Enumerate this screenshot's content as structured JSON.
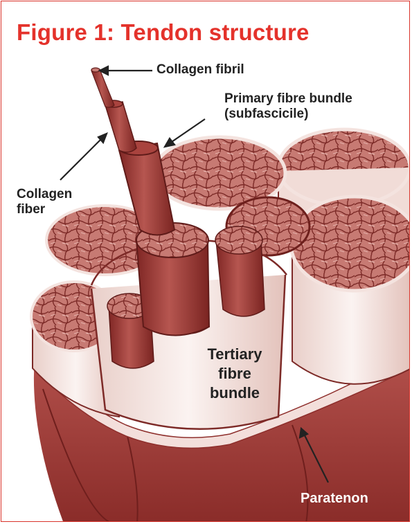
{
  "title": "Figure 1: Tendon structure",
  "labels": {
    "collagen_fibril": "Collagen fibril",
    "primary_bundle_line1": "Primary fibre bundle",
    "primary_bundle_line2": "(subfascicile)",
    "collagen_fiber_line1": "Collagen",
    "collagen_fiber_line2": "fiber",
    "tertiary_line1": "Tertiary",
    "tertiary_line2": "fibre",
    "tertiary_line3": "bundle",
    "paratenon": "Paratenon"
  },
  "colors": {
    "frame": "#d9342b",
    "title": "#e4322b",
    "tissue_dark": "#8e2f2c",
    "tissue_mid": "#b5514c",
    "tissue_light": "#d8918a",
    "sheath": "#f6e9e6"
  }
}
